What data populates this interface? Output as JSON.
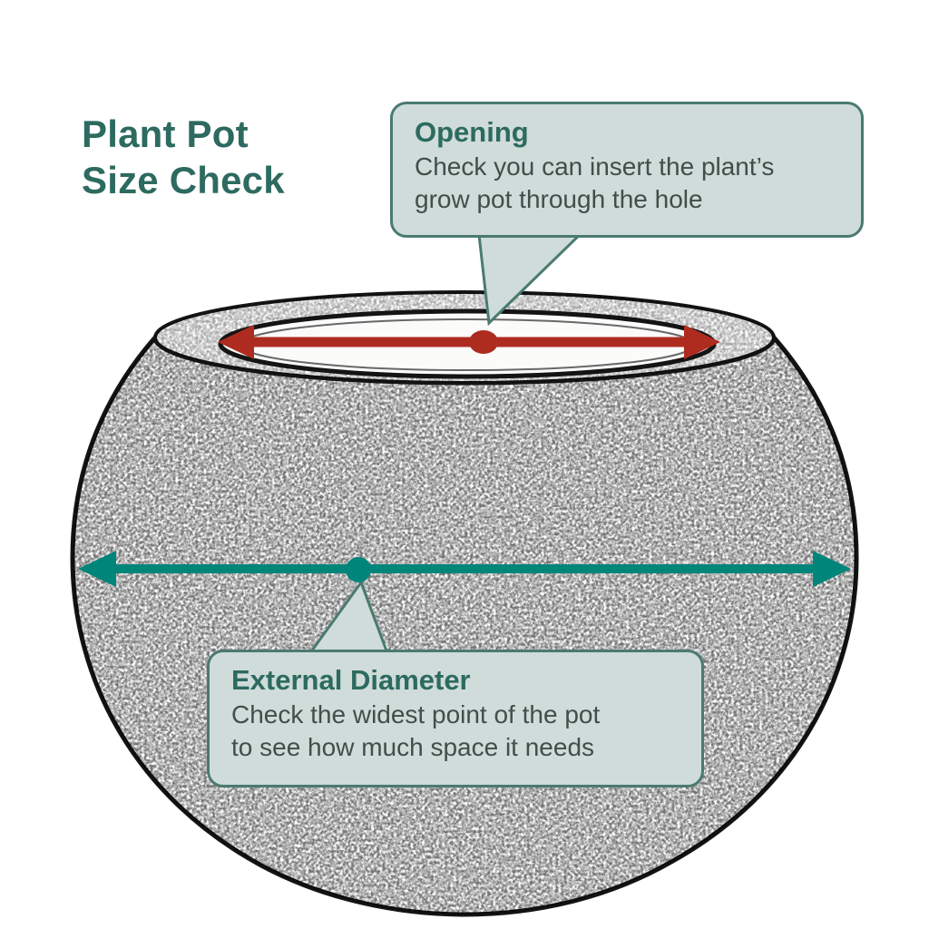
{
  "title": {
    "lines": [
      "Plant Pot",
      "Size Check"
    ]
  },
  "callout_opening": {
    "heading": "Opening",
    "body_lines": [
      "Check you can insert the plant’s",
      "grow pot through the hole"
    ]
  },
  "callout_external": {
    "heading": "External Diameter",
    "body_lines": [
      "Check the widest point of the pot",
      "to see how much space it needs"
    ]
  },
  "icons": {
    "opening_arrow": "red-double-headed-arrow",
    "opening_dot": "red-midpoint-dot",
    "external_arrow": "teal-double-headed-arrow",
    "external_dot": "teal-midpoint-dot"
  },
  "colors": {
    "title_text": "#2d6a60",
    "callout_background": "#cfdcd9",
    "callout_border": "#4a7a70",
    "body_text": "#414e4a",
    "opening_arrow_red": "#ae2b20",
    "external_arrow_teal": "#00857b",
    "sketch_line": "#141414",
    "background": "#ffffff"
  }
}
